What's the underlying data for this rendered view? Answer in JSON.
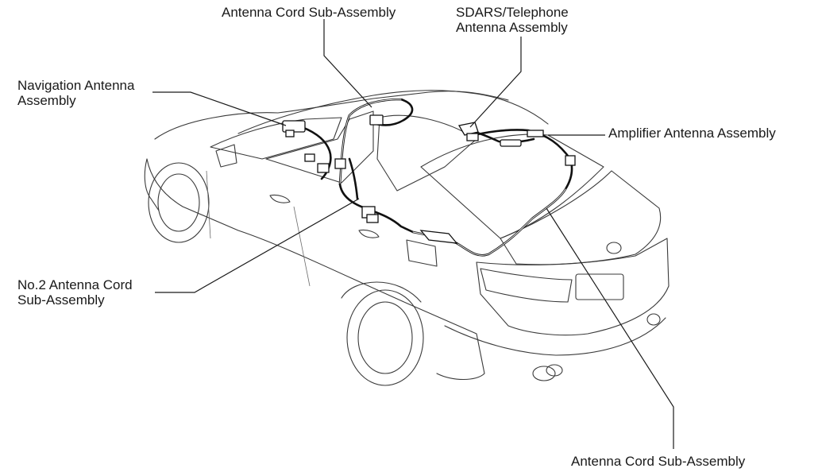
{
  "labels": {
    "antenna_cord_top": "Antenna Cord Sub-Assembly",
    "sdars_line1": "SDARS/Telephone",
    "sdars_line2": "Antenna Assembly",
    "nav_line1": "Navigation Antenna",
    "nav_line2": "Assembly",
    "amplifier": "Amplifier Antenna Assembly",
    "no2_line1": "No.2 Antenna Cord",
    "no2_line2": "Sub-Assembly",
    "antenna_cord_bottom": "Antenna Cord Sub-Assembly"
  },
  "icons": {
    "vehicle": "sedan-rear-three-quarter-line-drawing"
  }
}
